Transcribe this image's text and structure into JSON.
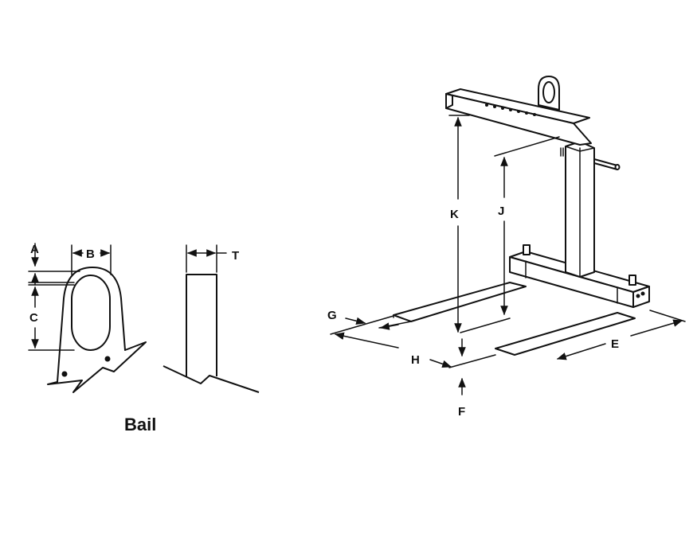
{
  "caption": "Bail",
  "labels": {
    "A": "A",
    "B": "B",
    "C": "C",
    "T": "T",
    "K": "K",
    "J": "J",
    "G": "G",
    "H": "H",
    "E": "E",
    "F": "F"
  },
  "colors": {
    "line": "#111111",
    "background": "#ffffff"
  }
}
